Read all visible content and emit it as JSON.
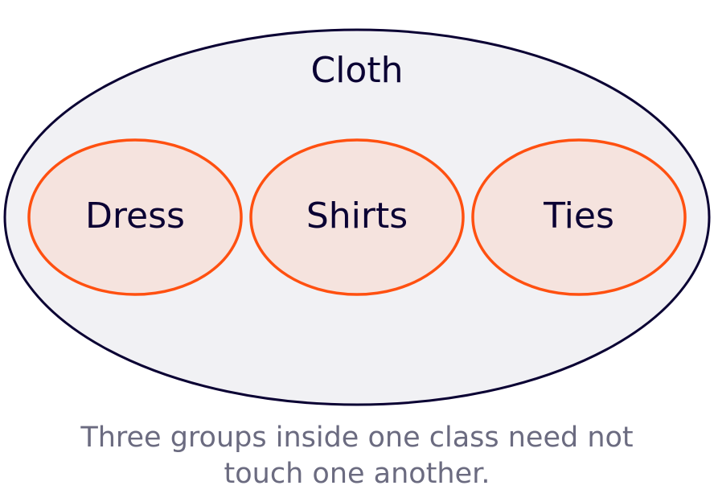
{
  "diagram": {
    "outer": {
      "label": "Cloth"
    },
    "groups": [
      {
        "label": "Dress"
      },
      {
        "label": "Shirts"
      },
      {
        "label": "Ties"
      }
    ]
  },
  "caption": {
    "line1": "Three groups inside one class need not",
    "line2": "touch one another."
  },
  "colors": {
    "outer_fill": "#f1f1f4",
    "outer_stroke": "#0a0033",
    "group_fill": "#f5e3de",
    "group_stroke": "#ff5010",
    "label_text": "#0a0033",
    "caption_text": "#6b6b80"
  }
}
